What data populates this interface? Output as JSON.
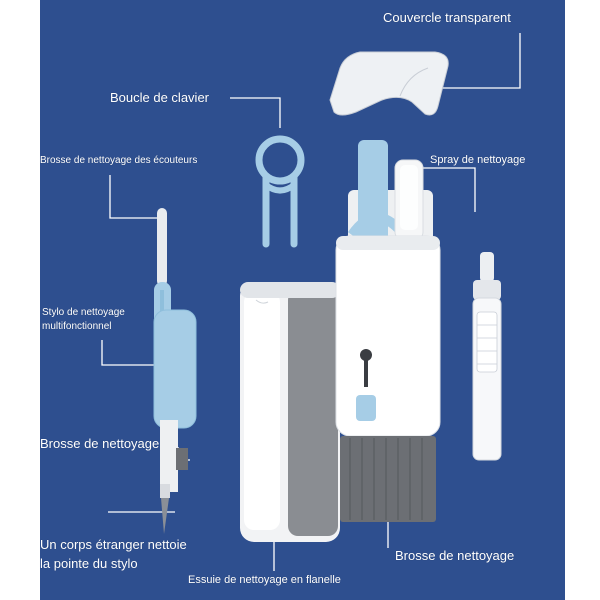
{
  "colors": {
    "background": "#2e4f8f",
    "label_text": "#ffffff",
    "leader_line": "#ffffff",
    "accent_blue": "#a6cde6",
    "body_white": "#f2f3f5",
    "brush_gray": "#6c6f74"
  },
  "labels": {
    "cover": "Couvercle transparent",
    "keyboard_puller": "Boucle de clavier",
    "earbud_brush": "Brosse de nettoyage des écouteurs",
    "spray": "Spray de nettoyage",
    "pen_line1": "Stylo de nettoyage",
    "pen_line2": "multifonctionnel",
    "pen_brush": "Brosse de nettoyage",
    "tip_line1": "Un corps étranger nettoie",
    "tip_line2": "la pointe du stylo",
    "flannel": "Essuie de nettoyage en flanelle",
    "main_brush": "Brosse de nettoyage"
  },
  "icons": {
    "cover": "transparent-cover-icon",
    "keyboard_puller": "keycap-puller-icon",
    "pen": "cleaning-pen-icon",
    "cylinder": "flannel-cylinder-icon",
    "main_body": "cleaning-kit-body-icon",
    "spray_bottle": "spray-bottle-icon"
  }
}
